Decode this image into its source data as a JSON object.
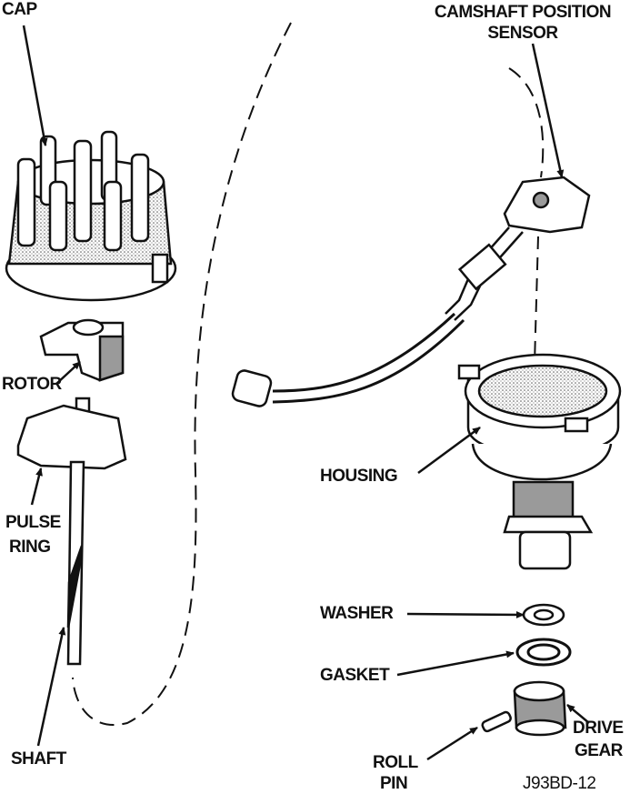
{
  "colors": {
    "ink": "#111111",
    "shade": "#9a9a9a",
    "paper": "#ffffff"
  },
  "labels": {
    "cap": "CAP",
    "camshaft_sensor_line1": "CAMSHAFT POSITION",
    "camshaft_sensor_line2": "SENSOR",
    "rotor": "ROTOR",
    "pulse_ring_line1": "PULSE",
    "pulse_ring_line2": "RING",
    "housing": "HOUSING",
    "washer": "WASHER",
    "gasket": "GASKET",
    "drive_gear_line1": "DRIVE",
    "drive_gear_line2": "GEAR",
    "shaft": "SHAFT",
    "roll_pin_line1": "ROLL",
    "roll_pin_line2": "PIN",
    "figure_code": "J93BD-12"
  }
}
